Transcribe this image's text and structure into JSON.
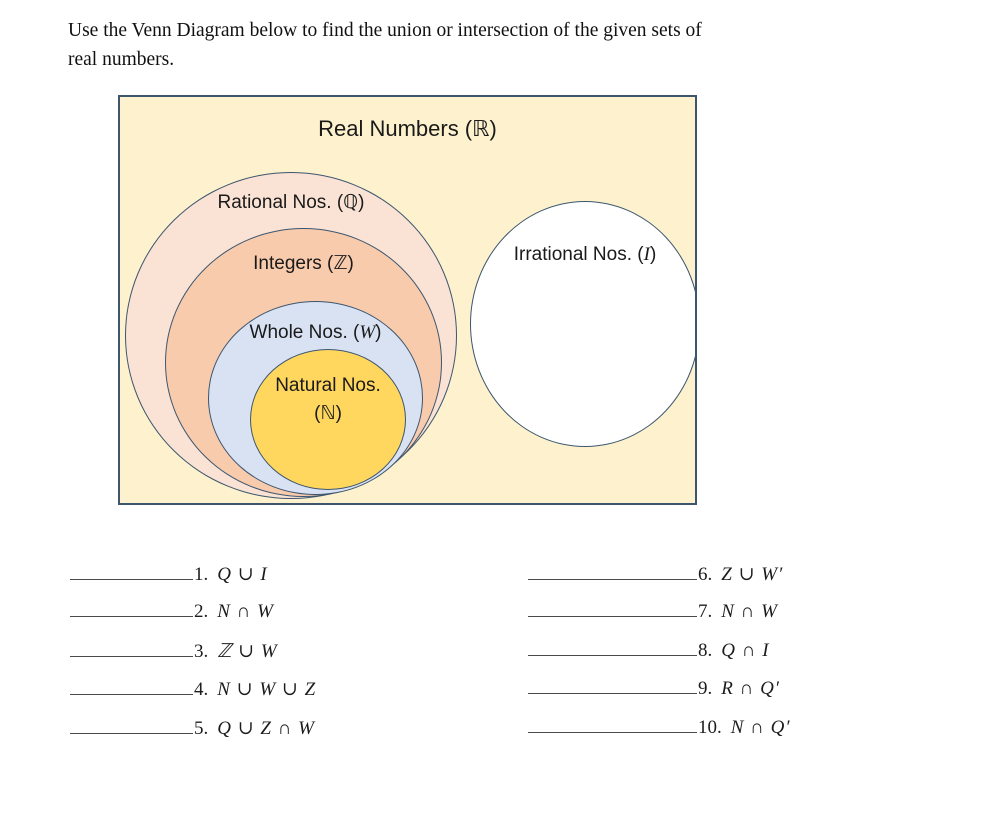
{
  "instructions": {
    "line1": "Use the Venn Diagram below to find the union or intersection of the given sets of",
    "line2": "real numbers."
  },
  "diagram": {
    "title": "Real Numbers (ℝ)",
    "background": "#FDF2CD",
    "border_color": "#3D566F",
    "sets": [
      {
        "name": "rational",
        "label": "Rational Nos. (ℚ)",
        "fill": "#FAE3D4"
      },
      {
        "name": "integers",
        "label": "Integers (ℤ)",
        "fill": "#F8CBAD"
      },
      {
        "name": "whole",
        "label_pre": "Whole Nos. (",
        "label_var": "W",
        "label_post": ")",
        "fill": "#D9E2F3"
      },
      {
        "name": "natural",
        "label_line1": "Natural Nos.",
        "label_line2": "(ℕ)",
        "fill": "#FFD75E"
      },
      {
        "name": "irrational",
        "label_pre": "Irrational Nos. (",
        "label_var": "I",
        "label_post": ")",
        "fill": "#FFFFFF"
      }
    ]
  },
  "problems": {
    "left": [
      {
        "num": "1.",
        "expr": "Q ∪ I"
      },
      {
        "num": "2.",
        "expr": "N ∩ W"
      },
      {
        "num": "3.",
        "expr": "ℤ ∪ W"
      },
      {
        "num": "4.",
        "expr": "N ∪ W ∪ Z"
      },
      {
        "num": "5.",
        "expr": "Q ∪ Z ∩ W"
      }
    ],
    "right": [
      {
        "num": "6.",
        "expr": "Z ∪ W′"
      },
      {
        "num": "7.",
        "expr": "N ∩ W"
      },
      {
        "num": "8.",
        "expr": "Q ∩ I"
      },
      {
        "num": "9.",
        "expr": "R ∩ Q′"
      },
      {
        "num": "10.",
        "expr": "N ∩ Q′"
      }
    ]
  }
}
